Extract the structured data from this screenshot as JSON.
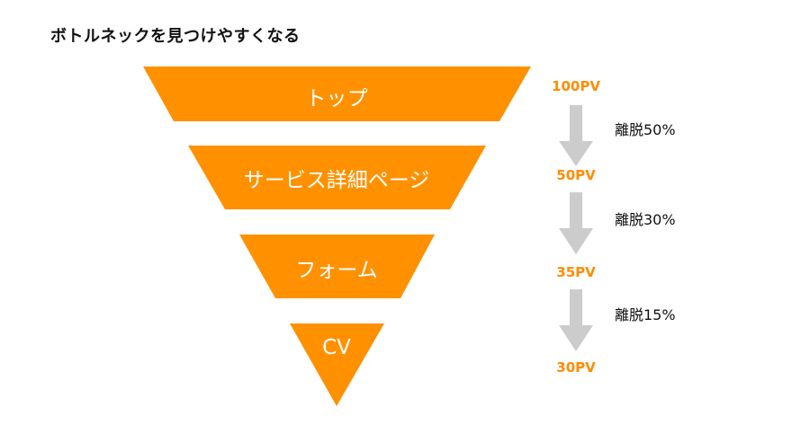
{
  "title": "ボトルネックを見つけやすくなる",
  "colors": {
    "funnel": "#ff9100",
    "pv_text": "#ff8c00",
    "arrow": "#cccccc"
  },
  "stages": [
    {
      "label": "トップ",
      "pv": "100PV"
    },
    {
      "label": "サービス詳細ページ",
      "pv": "50PV"
    },
    {
      "label": "フォーム",
      "pv": "35PV"
    },
    {
      "label": "CV",
      "pv": "30PV"
    }
  ],
  "dropoffs": [
    {
      "label": "離脱50%"
    },
    {
      "label": "離脱30%"
    },
    {
      "label": "離脱15%"
    }
  ]
}
